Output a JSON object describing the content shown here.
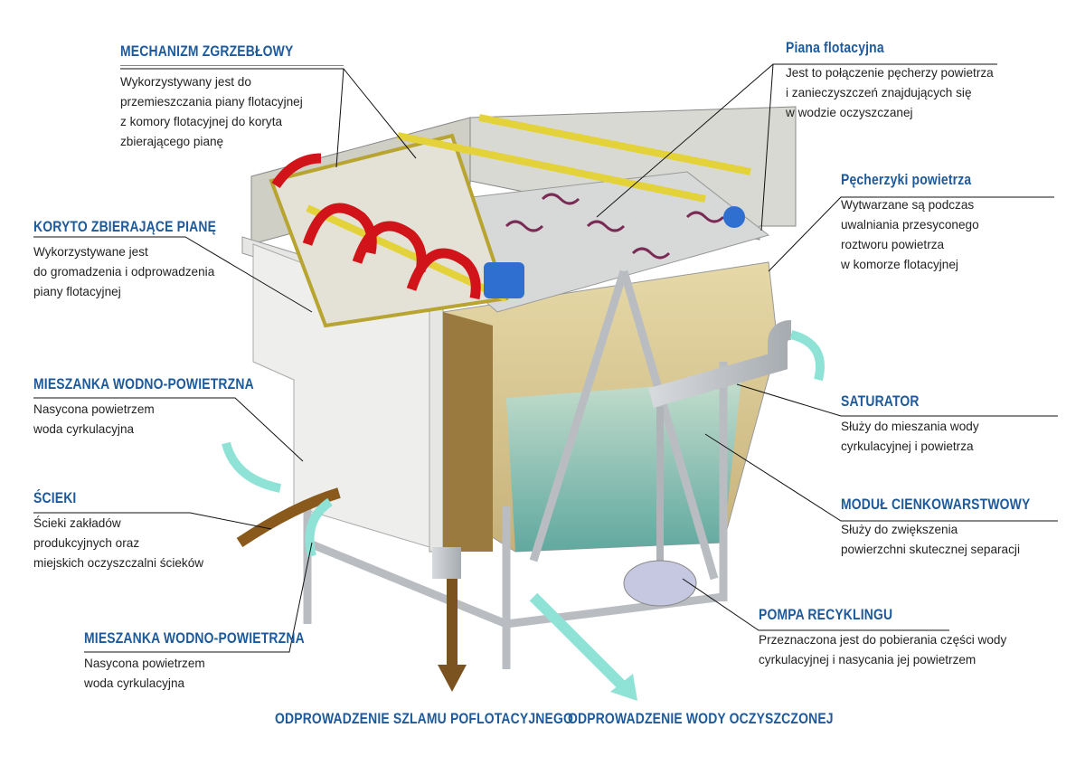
{
  "labels": {
    "mechanism": {
      "title": "MECHANIZM ZGRZEBŁOWY",
      "desc": [
        "Wykorzystywany jest do",
        "przemieszczania piany flotacyjnej",
        "z komory flotacyjnej do koryta",
        "zbierającego pianę"
      ]
    },
    "trough": {
      "title": "KORYTO ZBIERAJĄCE PIANĘ",
      "desc": [
        "Wykorzystywane jest",
        "do gromadzenia i odprowadzenia",
        "piany flotacyjnej"
      ]
    },
    "mix1": {
      "title": "MIESZANKA WODNO-POWIETRZNA",
      "desc": [
        "Nasycona powietrzem",
        "woda cyrkulacyjna"
      ]
    },
    "sewage": {
      "title": "ŚCIEKI",
      "desc": [
        "Ścieki zakładów",
        "produkcyjnych oraz",
        "miejskich oczyszczalni ścieków"
      ]
    },
    "mix2": {
      "title": "MIESZANKA WODNO-POWIETRZNA",
      "desc": [
        "Nasycona powietrzem",
        "woda cyrkulacyjna"
      ]
    },
    "foam": {
      "title": "Piana flotacyjna",
      "desc": [
        "Jest to połączenie pęcherzy powietrza",
        "i zanieczyszczeń znajdujących się",
        "w wodzie oczyszczanej"
      ]
    },
    "bubbles": {
      "title": "Pęcherzyki powietrza",
      "desc": [
        "Wytwarzane są podczas",
        "uwalniania przesyconego",
        "roztworu powietrza",
        "w komorze flotacyjnej"
      ]
    },
    "saturator": {
      "title": "SATURATOR",
      "desc": [
        "Służy do mieszania wody",
        "cyrkulacyjnej i powietrza"
      ]
    },
    "module": {
      "title": "MODUŁ CIENKOWARSTWOWY",
      "desc": [
        "Służy do zwiększenia",
        "powierzchni skutecznej separacji"
      ]
    },
    "pump": {
      "title": "POMPA RECYKLINGU",
      "desc": [
        "Przeznaczona jest do pobierania części wody",
        "cyrkulacyjnej i nasycania jej powietrzem"
      ]
    },
    "sludge": {
      "title": "ODPROWADZENIE SZLAMU POFLOTACYJNEGO"
    },
    "water": {
      "title": "ODPROWADZENIE WODY OCZYSZCZONEJ"
    }
  },
  "colors": {
    "title": "#1d5a9c",
    "red_arrow": "#d0141a",
    "brown_arrow": "#8a5a1c",
    "cyan_arrow": "#8fe3d6",
    "foam": "#c9b98a",
    "water": "#7fc3bf",
    "frame": "#b9bdc2",
    "motor": "#2f6fd0"
  }
}
